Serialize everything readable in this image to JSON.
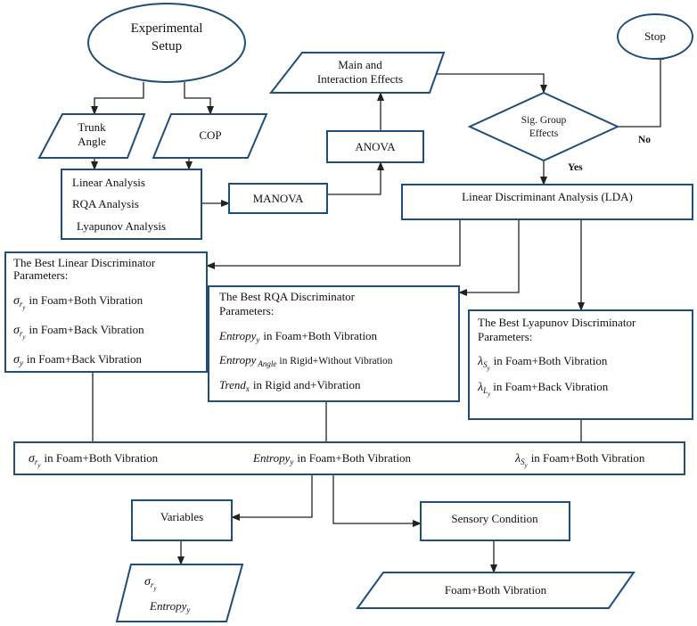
{
  "nodes": {
    "experimental_setup": [
      "Experimental",
      "Setup"
    ],
    "stop": "Stop",
    "main_effects": [
      "Main and",
      "Interaction Effects"
    ],
    "trunk_angle": [
      "Trunk",
      "Angle"
    ],
    "cop": "COP",
    "anova": "ANOVA",
    "sig_group": [
      "Sig. Group",
      "Effects"
    ],
    "analysis": [
      "Linear Analysis",
      "RQA Analysis",
      "Lyapunov Analysis"
    ],
    "manova": "MANOVA",
    "lda": "Linear Discriminant Analysis (LDA)",
    "linear_best": {
      "title": [
        "The Best Linear Discriminator",
        "Parameters:"
      ],
      "items": [
        "in Foam+Both Vibration",
        "in Foam+Back Vibration",
        "in Foam+Back Vibration"
      ]
    },
    "rqa_best": {
      "title": [
        "The Best RQA Discriminator",
        "Parameters:"
      ],
      "items": [
        "in Foam+Both Vibration",
        "in Rigid+Without Vibration",
        "in Rigid and+Vibration"
      ]
    },
    "lyap_best": {
      "title": [
        "The Best Lyapunov Discriminator",
        "Parameters:"
      ],
      "items": [
        "in Foam+Both Vibration",
        "in Foam+Back Vibration"
      ]
    },
    "result_row": [
      "in Foam+Both Vibration",
      "in Foam+Both Vibration",
      "in Foam+Both Vibration"
    ],
    "variables": "Variables",
    "sensory_condition": "Sensory Condition",
    "foam_both": "Foam+Both Vibration"
  },
  "edge_labels": {
    "no": "No",
    "yes": "Yes"
  },
  "symbols": {
    "sigma": "σ",
    "r": "r",
    "y": "y",
    "entropy": "Entropy",
    "angle": "Angle",
    "trend": "Trend",
    "x": "x",
    "lambda": "λ",
    "s": "S",
    "l": "L"
  },
  "colors": {
    "box_stroke": "#1f4e79",
    "connector": "#222222"
  }
}
